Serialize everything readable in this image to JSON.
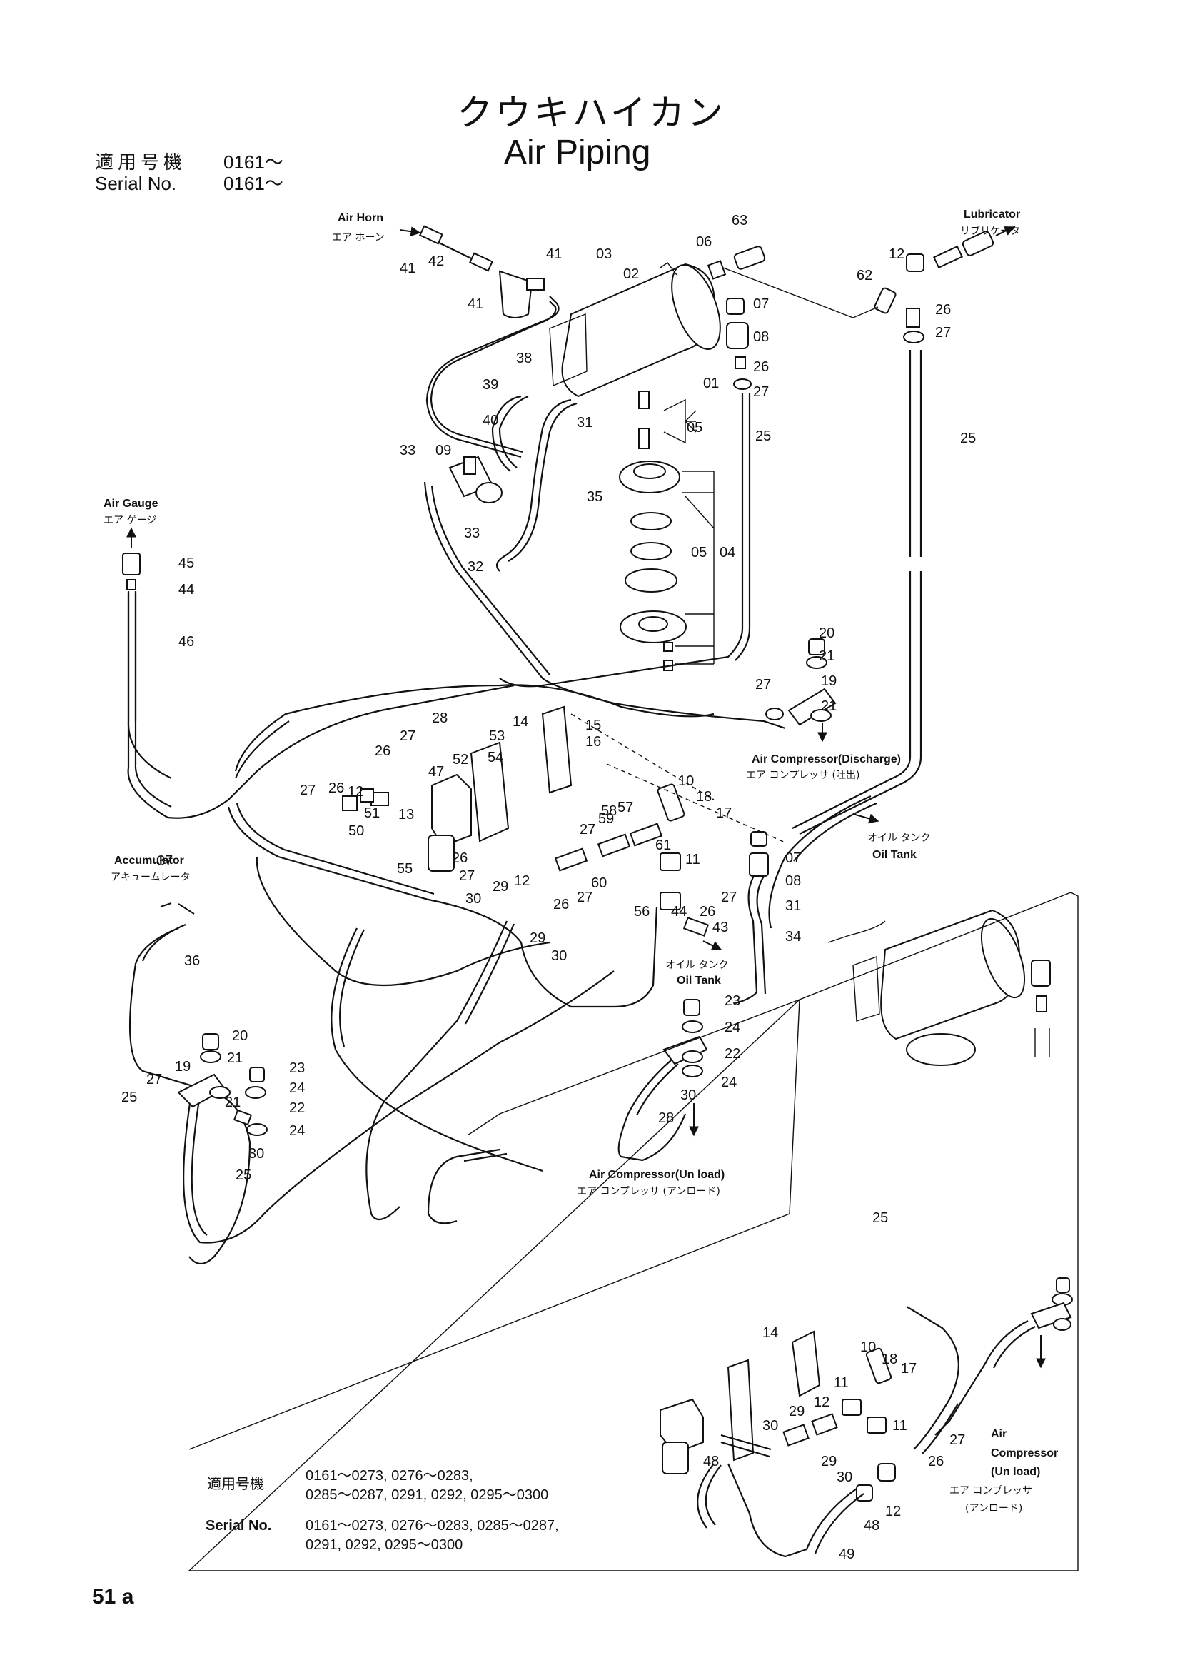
{
  "header": {
    "title_jp": "クウキハイカン",
    "title_en": "Air Piping",
    "serial_jp_label": "適用号機",
    "serial_jp_value": "0161～",
    "serial_en_label": "Serial No.",
    "serial_en_value": "0161～"
  },
  "callouts": {
    "air_horn": {
      "en": "Air Horn",
      "jp": "エア ホーン"
    },
    "lubricator": {
      "en": "Lubricator",
      "jp": "リブリケータ"
    },
    "air_gauge": {
      "en": "Air Gauge",
      "jp": "エア ゲージ"
    },
    "accumulator": {
      "en": "Accumulator",
      "jp": "アキュームレータ"
    },
    "compressor_discharge": {
      "en": "Air Compressor(Discharge)",
      "jp": "エア コンプレッサ (吐出)"
    },
    "oil_tank_1": {
      "en": "Oil Tank",
      "jp": "オイル タンク"
    },
    "oil_tank_2": {
      "en": "Oil Tank",
      "jp": "オイル タンク"
    },
    "compressor_unload": {
      "en": "Air Compressor(Un load)",
      "jp": "エア コンプレッサ (アンロード)"
    },
    "compressor_unload_2": {
      "line1": "Air",
      "line2": "Compressor",
      "line3": "(Un load)",
      "jp1": "エア コンプレッサ",
      "jp2": "(アンロード)"
    }
  },
  "inset_note": {
    "jp_label": "適用号機",
    "jp_line1": "0161～0273, 0276～0283,",
    "jp_line2": "0285～0287, 0291, 0292, 0295～0300",
    "en_label": "Serial No.",
    "en_line1": "0161～0273, 0276～0283, 0285～0287,",
    "en_line2": "0291, 0292, 0295～0300"
  },
  "parts": {
    "p01": "01",
    "p02": "02",
    "p03": "03",
    "p04": "04",
    "p05a": "05",
    "p05b": "05",
    "p06": "06",
    "p07a": "07",
    "p07b": "07",
    "p08a": "08",
    "p08b": "08",
    "p09": "09",
    "p10a": "10",
    "p10b": "10",
    "p11a": "11",
    "p11b": "11",
    "p11c": "11",
    "p12a": "12",
    "p12b": "12",
    "p12c": "12",
    "p12d": "12",
    "p12e": "12",
    "p13": "13",
    "p14a": "14",
    "p14b": "14",
    "p15": "15",
    "p16": "16",
    "p17a": "17",
    "p17b": "17",
    "p18a": "18",
    "p18b": "18",
    "p19a": "19",
    "p19b": "19",
    "p20a": "20",
    "p20b": "20",
    "p21a": "21",
    "p21b": "21",
    "p21c": "21",
    "p21d": "21",
    "p22a": "22",
    "p22b": "22",
    "p23a": "23",
    "p23b": "23",
    "p24a": "24",
    "p24b": "24",
    "p24c": "24",
    "p24d": "24",
    "p25a": "25",
    "p25b": "25",
    "p25c": "25",
    "p25d": "25",
    "p25e": "25",
    "p26a": "26",
    "p26b": "26",
    "p26c": "26",
    "p26d": "26",
    "p26e": "26",
    "p26f": "26",
    "p26g": "26",
    "p26h": "26",
    "p27a": "27",
    "p27b": "27",
    "p27c": "27",
    "p27d": "27",
    "p27e": "27",
    "p27f": "27",
    "p27g": "27",
    "p27h": "27",
    "p27i": "27",
    "p27j": "27",
    "p27k": "27",
    "p28a": "28",
    "p28b": "28",
    "p29a": "29",
    "p29b": "29",
    "p29c": "29",
    "p29d": "29",
    "p30a": "30",
    "p30b": "30",
    "p30c": "30",
    "p30d": "30",
    "p30e": "30",
    "p30f": "30",
    "p31a": "31",
    "p31b": "31",
    "p32": "32",
    "p33a": "33",
    "p33b": "33",
    "p34": "34",
    "p35": "35",
    "p36": "36",
    "p37": "37",
    "p38": "38",
    "p39": "39",
    "p40": "40",
    "p41a": "41",
    "p41b": "41",
    "p41c": "41",
    "p42": "42",
    "p43": "43",
    "p44a": "44",
    "p44b": "44",
    "p45": "45",
    "p46": "46",
    "p47": "47",
    "p48a": "48",
    "p48b": "48",
    "p49": "49",
    "p50": "50",
    "p51": "51",
    "p52": "52",
    "p53": "53",
    "p54": "54",
    "p55": "55",
    "p56": "56",
    "p57": "57",
    "p58": "58",
    "p59": "59",
    "p60": "60",
    "p61": "61",
    "p62": "62",
    "p63": "63"
  },
  "footer": {
    "page_number": "51 a"
  }
}
